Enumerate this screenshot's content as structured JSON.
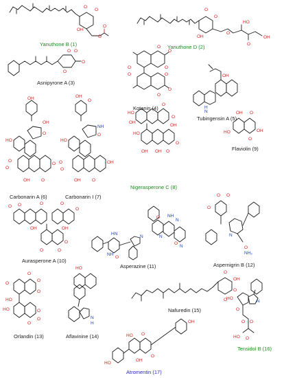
{
  "colors": {
    "bond": "#1a1a1a",
    "oxygen": "#d42020",
    "nitrogen": "#1a3fbf",
    "label_default": "#1a1a1a",
    "label_green": "#1c8a1c",
    "label_blue": "#2828c8"
  },
  "compounds": [
    {
      "id": "c1",
      "label": "Yanuthone B (1)",
      "color": "green"
    },
    {
      "id": "c2",
      "label": "Yanuthone D (2)",
      "color": "green"
    },
    {
      "id": "c3",
      "label": "Asnipyrone A (3)",
      "color": "black"
    },
    {
      "id": "c4",
      "label": "Kotanin (4)",
      "color": "black"
    },
    {
      "id": "c5",
      "label": "Tubingensin A (5)",
      "color": "black"
    },
    {
      "id": "c6",
      "label": "Carbonarin A (6)",
      "color": "black"
    },
    {
      "id": "c7",
      "label": "Carbonarin I (7)",
      "color": "black"
    },
    {
      "id": "c8",
      "label": "Nigerasperone C (8)",
      "color": "green"
    },
    {
      "id": "c9",
      "label": "Flaviolin (9)",
      "color": "black"
    },
    {
      "id": "c10",
      "label": "Aurasperone A (10)",
      "color": "black"
    },
    {
      "id": "c11",
      "label": "Asperazine (11)",
      "color": "black"
    },
    {
      "id": "c12",
      "label": "Aspernigrin B (12)",
      "color": "black"
    },
    {
      "id": "c13",
      "label": "Orlandin (13)",
      "color": "black"
    },
    {
      "id": "c14",
      "label": "Aflavinine (14)",
      "color": "black"
    },
    {
      "id": "c15",
      "label": "Nafuredin (15)",
      "color": "black"
    },
    {
      "id": "c16",
      "label": "Tensidol B (16)",
      "color": "green"
    },
    {
      "id": "c17",
      "label": "Atromentin (17)",
      "color": "blue"
    }
  ]
}
